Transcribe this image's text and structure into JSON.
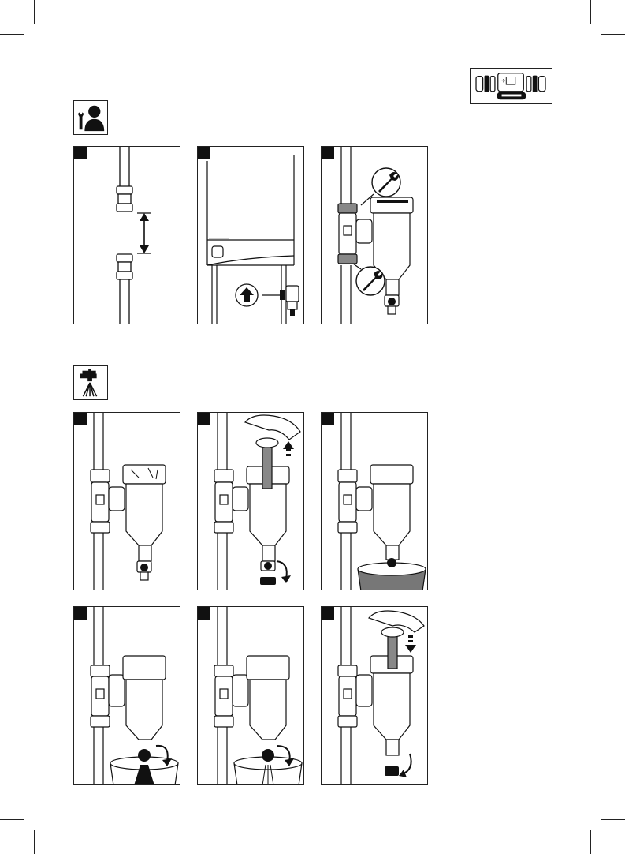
{
  "page": {
    "icons": {
      "product": "valve-filter-assembly-icon",
      "installer": "installer-wrench-person-icon",
      "cleaning": "water-tap-flush-icon"
    },
    "installation_steps": [
      {
        "id": "step-a1",
        "icon": "pipe-cut-section-icon"
      },
      {
        "id": "step-a2",
        "icon": "boiler-flow-direction-icon"
      },
      {
        "id": "step-a3",
        "icon": "tighten-fittings-wrench-icon"
      }
    ],
    "cleaning_steps": [
      {
        "id": "step-b1",
        "icon": "filter-installed-icon"
      },
      {
        "id": "step-b2",
        "icon": "remove-magnet-icon"
      },
      {
        "id": "step-b3",
        "icon": "bucket-under-drain-icon"
      },
      {
        "id": "step-b4",
        "icon": "open-drain-valve-icon"
      },
      {
        "id": "step-b5",
        "icon": "close-drain-valve-icon"
      },
      {
        "id": "step-b6",
        "icon": "reinsert-magnet-icon"
      }
    ],
    "colors": {
      "ink": "#111111",
      "paper": "#ffffff",
      "shade": "#777777"
    }
  }
}
